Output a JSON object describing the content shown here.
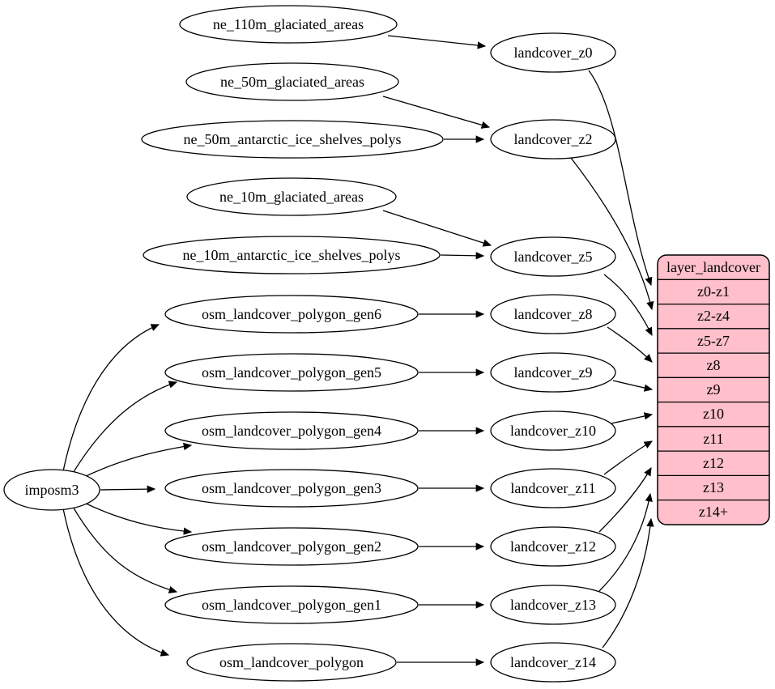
{
  "diagram": {
    "type": "graphviz-digraph",
    "colors": {
      "background": "#ffffff",
      "node_fill": "#ffffff",
      "stroke": "#000000",
      "layer_table_fill": "#ffc0cb"
    },
    "nodes": {
      "imposm3": "imposm3",
      "ne_110m_glaciated_areas": "ne_110m_glaciated_areas",
      "ne_50m_glaciated_areas": "ne_50m_glaciated_areas",
      "ne_50m_antarctic_ice_shelves_polys": "ne_50m_antarctic_ice_shelves_polys",
      "ne_10m_glaciated_areas": "ne_10m_glaciated_areas",
      "ne_10m_antarctic_ice_shelves_polys": "ne_10m_antarctic_ice_shelves_polys",
      "osm_landcover_polygon_gen6": "osm_landcover_polygon_gen6",
      "osm_landcover_polygon_gen5": "osm_landcover_polygon_gen5",
      "osm_landcover_polygon_gen4": "osm_landcover_polygon_gen4",
      "osm_landcover_polygon_gen3": "osm_landcover_polygon_gen3",
      "osm_landcover_polygon_gen2": "osm_landcover_polygon_gen2",
      "osm_landcover_polygon_gen1": "osm_landcover_polygon_gen1",
      "osm_landcover_polygon": "osm_landcover_polygon",
      "landcover_z0": "landcover_z0",
      "landcover_z2": "landcover_z2",
      "landcover_z5": "landcover_z5",
      "landcover_z8": "landcover_z8",
      "landcover_z9": "landcover_z9",
      "landcover_z10": "landcover_z10",
      "landcover_z11": "landcover_z11",
      "landcover_z12": "landcover_z12",
      "landcover_z13": "landcover_z13",
      "landcover_z14": "landcover_z14"
    },
    "layer_table": {
      "title": "layer_landcover",
      "rows": [
        "z0-z1",
        "z2-z4",
        "z5-z7",
        "z8",
        "z9",
        "z10",
        "z11",
        "z12",
        "z13",
        "z14+"
      ]
    },
    "edges": [
      [
        "ne_110m_glaciated_areas",
        "landcover_z0"
      ],
      [
        "ne_50m_glaciated_areas",
        "landcover_z2"
      ],
      [
        "ne_50m_antarctic_ice_shelves_polys",
        "landcover_z2"
      ],
      [
        "ne_10m_glaciated_areas",
        "landcover_z5"
      ],
      [
        "ne_10m_antarctic_ice_shelves_polys",
        "landcover_z5"
      ],
      [
        "imposm3",
        "osm_landcover_polygon_gen6"
      ],
      [
        "imposm3",
        "osm_landcover_polygon_gen5"
      ],
      [
        "imposm3",
        "osm_landcover_polygon_gen4"
      ],
      [
        "imposm3",
        "osm_landcover_polygon_gen3"
      ],
      [
        "imposm3",
        "osm_landcover_polygon_gen2"
      ],
      [
        "imposm3",
        "osm_landcover_polygon_gen1"
      ],
      [
        "imposm3",
        "osm_landcover_polygon"
      ],
      [
        "osm_landcover_polygon_gen6",
        "landcover_z8"
      ],
      [
        "osm_landcover_polygon_gen5",
        "landcover_z9"
      ],
      [
        "osm_landcover_polygon_gen4",
        "landcover_z10"
      ],
      [
        "osm_landcover_polygon_gen3",
        "landcover_z11"
      ],
      [
        "osm_landcover_polygon_gen2",
        "landcover_z12"
      ],
      [
        "osm_landcover_polygon_gen1",
        "landcover_z13"
      ],
      [
        "osm_landcover_polygon",
        "landcover_z14"
      ],
      [
        "landcover_z0",
        "layer_landcover.z0-z1"
      ],
      [
        "landcover_z2",
        "layer_landcover.z2-z4"
      ],
      [
        "landcover_z5",
        "layer_landcover.z5-z7"
      ],
      [
        "landcover_z8",
        "layer_landcover.z8"
      ],
      [
        "landcover_z9",
        "layer_landcover.z9"
      ],
      [
        "landcover_z10",
        "layer_landcover.z10"
      ],
      [
        "landcover_z11",
        "layer_landcover.z11"
      ],
      [
        "landcover_z12",
        "layer_landcover.z12"
      ],
      [
        "landcover_z13",
        "layer_landcover.z13"
      ],
      [
        "landcover_z14",
        "layer_landcover.z14+"
      ]
    ]
  }
}
